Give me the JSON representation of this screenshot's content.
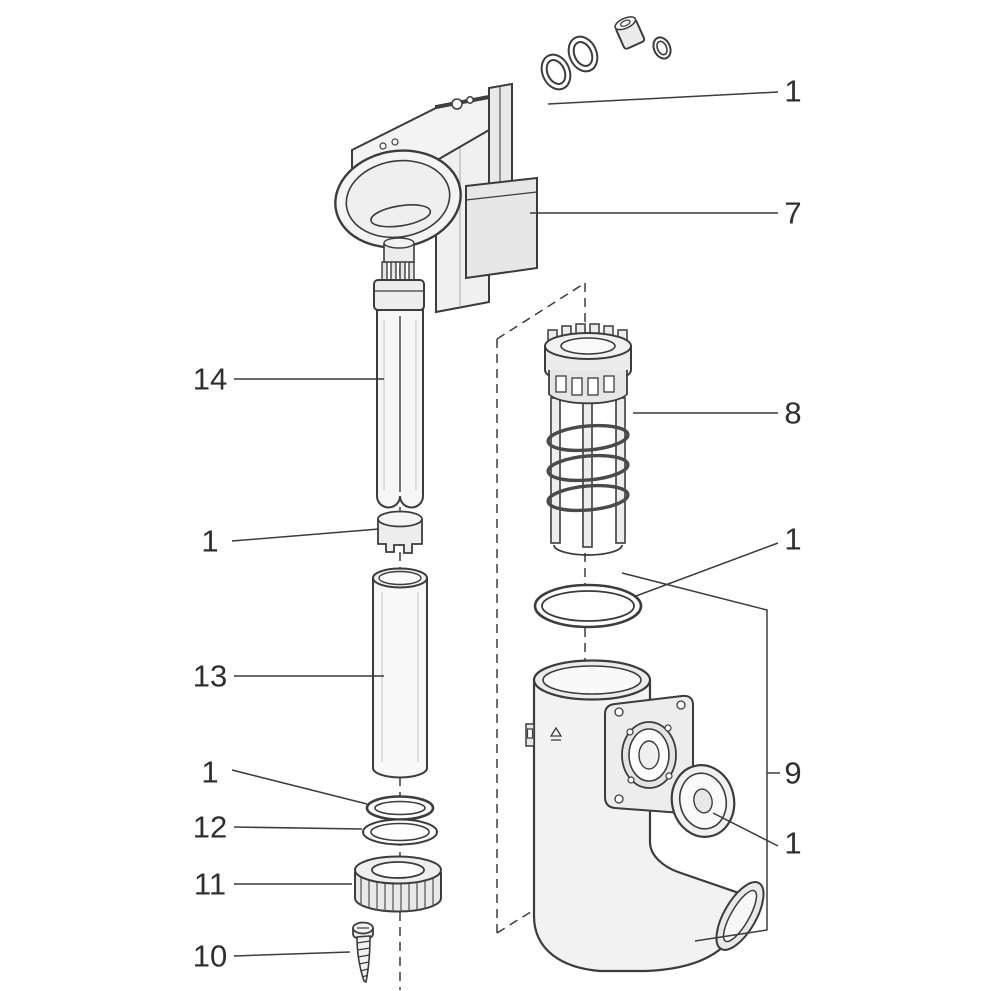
{
  "diagram": {
    "type": "exploded-parts-diagram",
    "background": "#ffffff",
    "line_color": "#3c3c3c",
    "label_color": "#2f2f2f",
    "labels": [
      {
        "id": "top-fitting-orings",
        "text": "1"
      },
      {
        "id": "uvc-head-unit",
        "text": "7"
      },
      {
        "id": "uv-lamp",
        "text": "14"
      },
      {
        "id": "lamp-socket",
        "text": "1"
      },
      {
        "id": "quartz-glass-tube",
        "text": "13"
      },
      {
        "id": "oring-small-left",
        "text": "1"
      },
      {
        "id": "flat-sealing-ring",
        "text": "12"
      },
      {
        "id": "union-nut",
        "text": "11"
      },
      {
        "id": "screw",
        "text": "10"
      },
      {
        "id": "cage-insert",
        "text": "8"
      },
      {
        "id": "oring-large-right",
        "text": "1"
      },
      {
        "id": "housing-group",
        "text": "9"
      },
      {
        "id": "cover-ring",
        "text": "1"
      }
    ]
  }
}
